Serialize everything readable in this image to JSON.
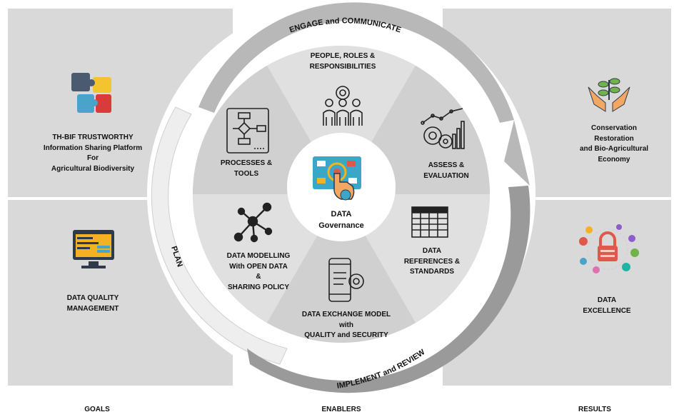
{
  "goals": {
    "item1": {
      "l1": "TH-BIF TRUSTWORTHY",
      "l2": "Information Sharing Platform",
      "l3": "For",
      "l4": "Agricultural Biodiversity",
      "icon": "puzzle-icon"
    },
    "item2": {
      "l1": "DATA QUALITY",
      "l2": "MANAGEMENT",
      "icon": "code-monitor-icon"
    }
  },
  "results": {
    "item1": {
      "l1": "Conservation",
      "l2": "Restoration",
      "l3": "and Bio-Agricultural",
      "l4": "Economy",
      "icon": "plant-hands-icon"
    },
    "item2": {
      "l1": "DATA",
      "l2": "EXCELLENCE",
      "icon": "data-lock-icon"
    }
  },
  "ring": {
    "top": "ENGAGE and COMMUNICATE",
    "left": "PLAN",
    "bottom": "IMPLEMENT and REVIEW"
  },
  "center": {
    "l1": "DATA",
    "l2": "Governance",
    "icon": "touch-screen-icon"
  },
  "segments": {
    "people": {
      "l1": "PEOPLE, ROLES &",
      "l2": "RESPONSIBILITIES",
      "icon": "people-gear-icon"
    },
    "assess": {
      "l1": "ASSESS &",
      "l2": "EVALUATION",
      "icon": "gears-chart-icon"
    },
    "references": {
      "l1": "DATA",
      "l2": "REFERENCES &",
      "l3": "STANDARDS",
      "icon": "table-icon"
    },
    "exchange": {
      "l1": "DATA EXCHANGE MODEL",
      "l2": "with",
      "l3": "QUALITY and SECURITY",
      "icon": "mobile-gear-icon"
    },
    "modelling": {
      "l1": "DATA MODELLING",
      "l2": "With OPEN DATA",
      "l3": "&",
      "l4": "SHARING POLICY",
      "icon": "network-icon"
    },
    "processes": {
      "l1": "PROCESSES &",
      "l2": "TOOLS",
      "icon": "flowchart-icon"
    }
  },
  "footer": {
    "goals": "GOALS",
    "enablers": "ENABLERS",
    "results": "RESULTS"
  }
}
